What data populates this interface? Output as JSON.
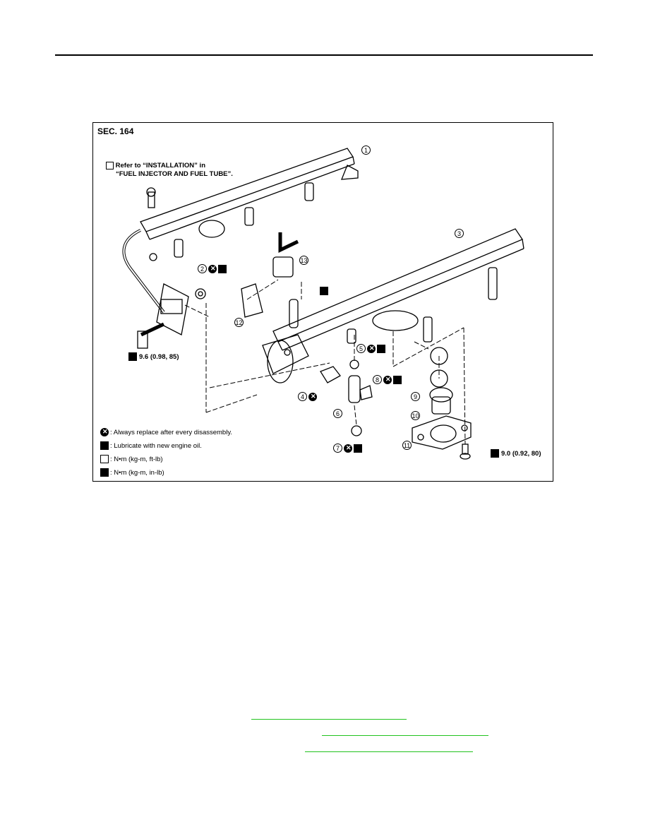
{
  "figure": {
    "section": "SEC. 164",
    "note_line1": "Refer to “INSTALLATION” in",
    "note_line2": "“FUEL INJECTOR AND FUEL TUBE”.",
    "torque_left": "9.6 (0.98, 85)",
    "torque_right": "9.0 (0.92, 80)",
    "callouts": [
      "1",
      "2",
      "3",
      "4",
      "5",
      "6",
      "7",
      "8",
      "9",
      "10",
      "11",
      "12",
      "13"
    ],
    "legend": [
      ": Always replace after every disassembly.",
      ": Lubricate with new engine oil.",
      ": N•m (kg-m, ft-lb)",
      ": N•m (kg-m, in-lb)"
    ]
  },
  "colors": {
    "link": "#22c31f"
  }
}
